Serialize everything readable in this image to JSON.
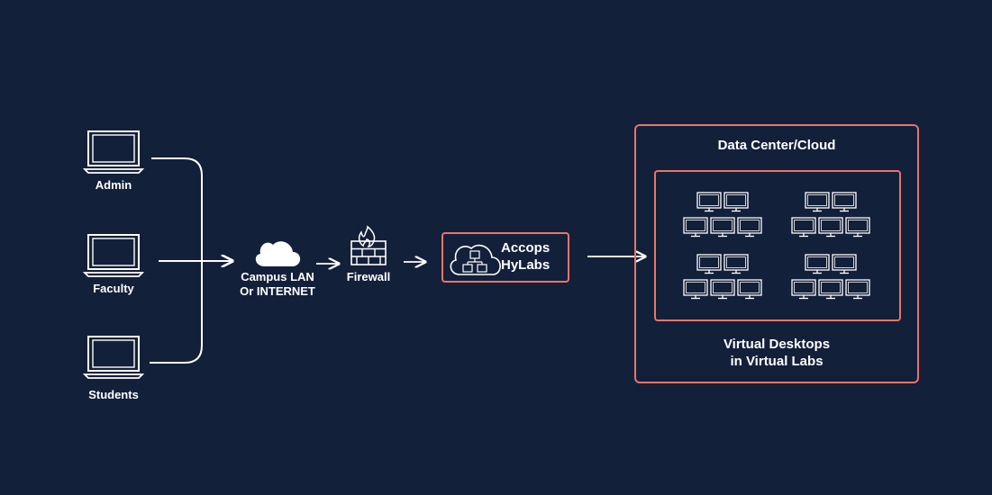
{
  "nodes": {
    "admin": "Admin",
    "faculty": "Faculty",
    "students": "Students",
    "campus": "Campus LAN\nOr INTERNET",
    "firewall": "Firewall",
    "hylabs": "Accops\nHyLabs",
    "datacenter": "Data Center/Cloud",
    "virtual": "Virtual Desktops\nin Virtual Labs"
  },
  "colors": {
    "background": "#13203a",
    "accent": "#e8756b",
    "foreground": "#ffffff"
  },
  "icons": [
    "laptop-icon",
    "cloud-icon",
    "firewall-icon",
    "hylabs-cloud-icon",
    "monitor-icon"
  ],
  "monitor_cluster": {
    "clusters": 4,
    "top_row": 2,
    "bottom_row": 3
  }
}
